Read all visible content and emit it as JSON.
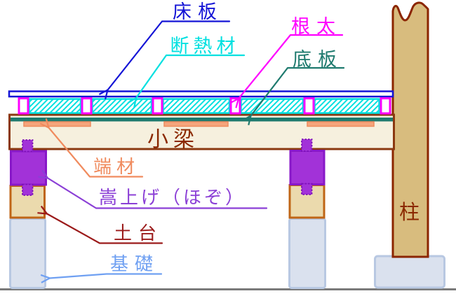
{
  "diagram": {
    "annotations": {
      "yukaita": {
        "text": "床板",
        "color": "#1414d6"
      },
      "dannetsuzai": {
        "text": "断熱材",
        "color": "#00e0e0"
      },
      "neda": {
        "text": "根太",
        "color": "#ff00ff"
      },
      "sokoita": {
        "text": "底板",
        "color": "#1e7a6e"
      },
      "kobari": {
        "text": "小梁",
        "color": "#8b2800"
      },
      "hazai": {
        "text": "端材",
        "color": "#f08b5e"
      },
      "kasaage": {
        "text": "嵩上げ（ほぞ）",
        "color": "#8b3fd6"
      },
      "dodai": {
        "text": "土台",
        "color": "#9b1a1a"
      },
      "kiso": {
        "text": "基礎",
        "color": "#6fa0f2"
      },
      "hashira": {
        "text": "柱",
        "color": "#8b2800"
      }
    },
    "palette": {
      "floor_board_stroke": "#1414d6",
      "insulation_stroke": "#00e0e0",
      "joist_stroke": "#ff00ff",
      "bottom_board_fill": "#1e7a6e",
      "beam_fill": "#f6f0de",
      "beam_stroke": "#8b3810",
      "scrap_fill": "#f5a57c",
      "raising_fill": "#a232d8",
      "raising_stroke": "#8818c8",
      "sill_fill": "#ebdaad",
      "sill_stroke": "#bf6516",
      "foundation_fill": "#dae1ee",
      "foundation_stroke": "#b8c8e2",
      "pillar_fill": "#d8bc7e",
      "pillar_stroke": "#8b2500",
      "ground_stroke": "#7a7a7a",
      "background": "#ffffff"
    }
  }
}
